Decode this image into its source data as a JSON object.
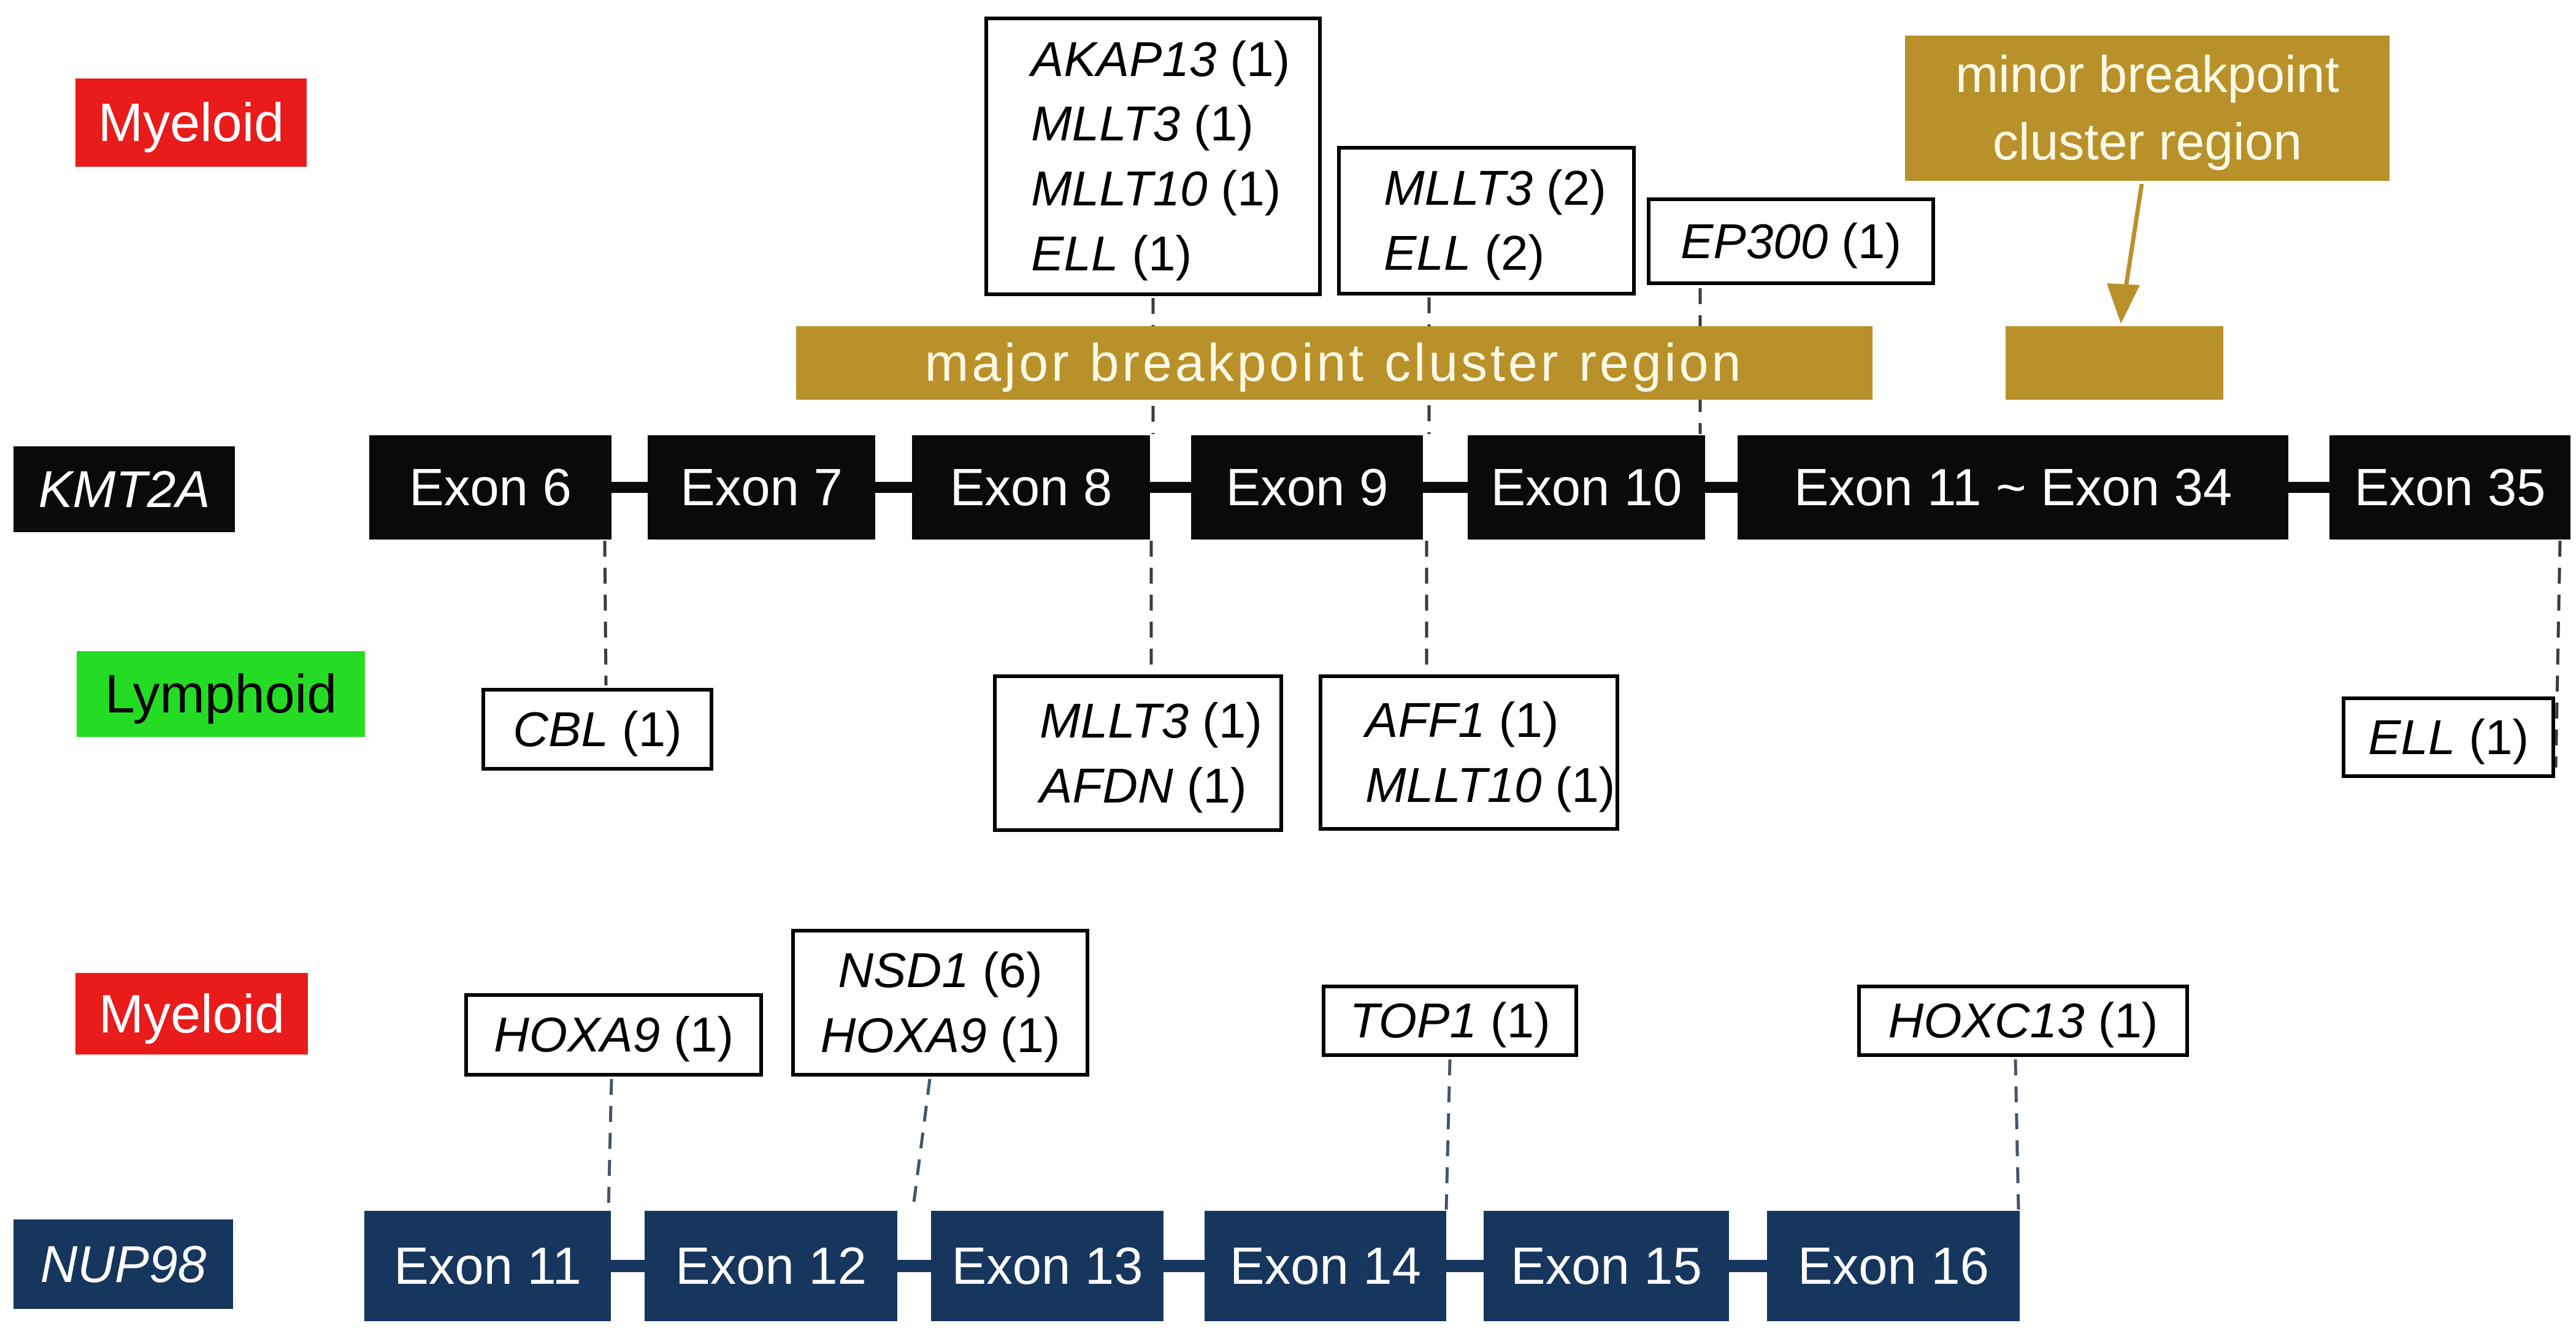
{
  "palette": {
    "red": "#E91B1B",
    "green": "#25DC25",
    "gold": "#B8912B",
    "navy": "#17365D",
    "black": "#0A0A0A",
    "dash_dark": "#3C3C3C",
    "dash_navy": "#44546A"
  },
  "top": {
    "myeloid_label": "Myeloid",
    "minor_region": {
      "line1": "minor breakpoint",
      "line2": "cluster region"
    },
    "major_region_label": "major breakpoint cluster region",
    "akap13": {
      "lines": [
        {
          "gene": "AKAP13",
          "count": "(1)"
        },
        {
          "gene": "MLLT3",
          "count": "(1)"
        },
        {
          "gene": "MLLT10",
          "count": "(1)"
        },
        {
          "gene": "ELL",
          "count": "(1)"
        }
      ]
    },
    "mllt3_ell": {
      "lines": [
        {
          "gene": "MLLT3",
          "count": "(2)"
        },
        {
          "gene": "ELL",
          "count": "(2)"
        }
      ]
    },
    "ep300": {
      "lines": [
        {
          "gene": "EP300",
          "count": "(1)"
        }
      ]
    }
  },
  "kmt2a": {
    "gene_label": "KMT2A",
    "exons": [
      "Exon 6",
      "Exon 7",
      "Exon 8",
      "Exon 9",
      "Exon 10",
      "Exon 11 ~ Exon 34",
      "Exon 35"
    ]
  },
  "lymphoid": {
    "label": "Lymphoid",
    "cbl": {
      "lines": [
        {
          "gene": "CBL",
          "count": "(1)"
        }
      ]
    },
    "mllt3_afdn": {
      "lines": [
        {
          "gene": "MLLT3",
          "count": "(1)"
        },
        {
          "gene": "AFDN",
          "count": "(1)"
        }
      ]
    },
    "aff1_mllt10": {
      "lines": [
        {
          "gene": "AFF1",
          "count": "(1)"
        },
        {
          "gene": "MLLT10",
          "count": "(1)"
        }
      ]
    },
    "ell": {
      "lines": [
        {
          "gene": "ELL",
          "count": "(1)"
        }
      ]
    }
  },
  "myeloid_bottom": {
    "label": "Myeloid",
    "hoxa9": {
      "lines": [
        {
          "gene": "HOXA9",
          "count": "(1)"
        }
      ]
    },
    "nsd1_hoxa9": {
      "lines": [
        {
          "gene": "NSD1",
          "count": "(6)"
        },
        {
          "gene": "HOXA9",
          "count": "(1)"
        }
      ]
    },
    "top1": {
      "lines": [
        {
          "gene": "TOP1",
          "count": "(1)"
        }
      ]
    },
    "hoxc13": {
      "lines": [
        {
          "gene": "HOXC13",
          "count": "(1)"
        }
      ]
    }
  },
  "nup98": {
    "gene_label": "NUP98",
    "exons": [
      "Exon 11",
      "Exon 12",
      "Exon 13",
      "Exon 14",
      "Exon 15",
      "Exon 16"
    ]
  }
}
